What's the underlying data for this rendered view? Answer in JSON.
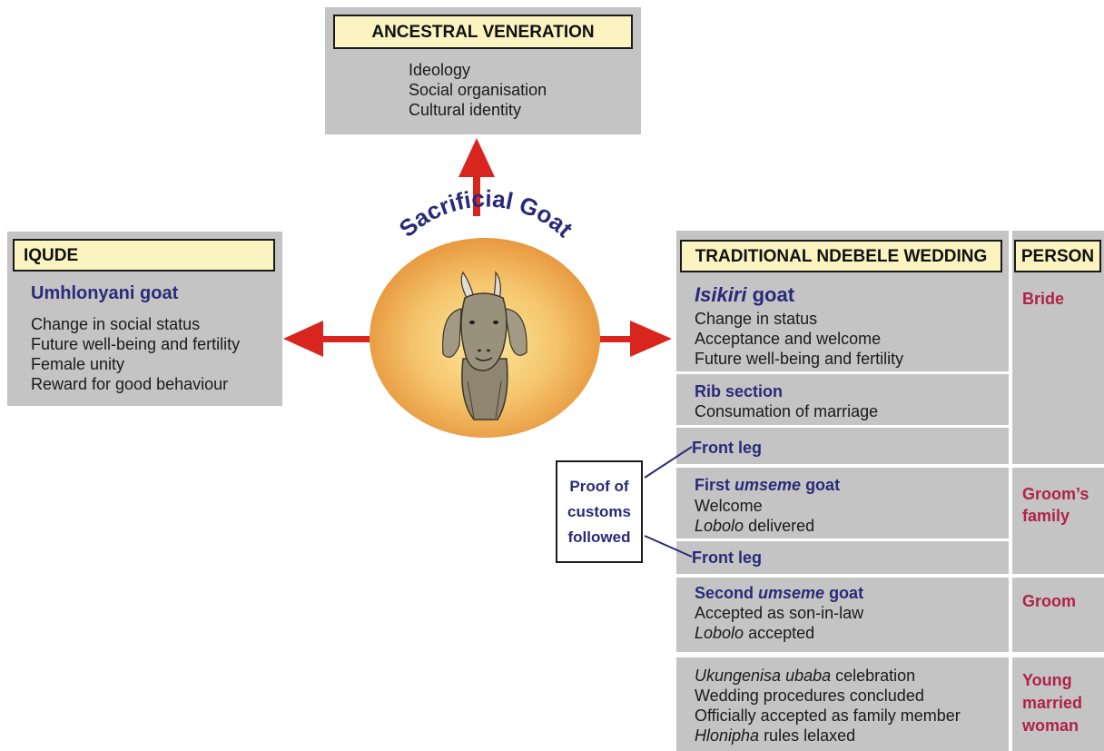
{
  "ancestral": {
    "header": "ANCESTRAL VENERATION",
    "items": [
      "Ideology",
      "Social organisation",
      "Cultural identity"
    ]
  },
  "iqude": {
    "header": "IQUDE",
    "goat": "Umhlonyani goat",
    "items": [
      "Change in social status",
      "Future well-being and fertility",
      "Female unity",
      "Reward for good behaviour"
    ]
  },
  "center": {
    "title": "Sacrificial Goat"
  },
  "wedding": {
    "header": "TRADITIONAL NDEBELE WEDDING",
    "person_header": "PERSON",
    "isikiri": {
      "goat_italic": "Isikiri",
      "goat_rest": " goat",
      "items": [
        "Change in status",
        "Acceptance and welcome",
        "Future well-being and fertility"
      ]
    },
    "rib": {
      "title": "Rib section",
      "items": [
        "Consumation of marriage"
      ]
    },
    "front_leg_1": "Front leg",
    "first_umseme": {
      "t1": "First ",
      "t2": "umseme",
      "t3": " goat",
      "welcome": "Welcome",
      "lobolo_italic": "Lobolo",
      "lobolo_rest": " delivered"
    },
    "front_leg_2": "Front leg",
    "second_umseme": {
      "t1": "Second ",
      "t2": "umseme",
      "t3": " goat",
      "accepted": "Accepted as son-in-law",
      "lobolo_italic": "Lobolo",
      "lobolo_rest": " accepted"
    },
    "final": {
      "uk_italic": "Ukungenisa ubaba",
      "uk_rest": " celebration",
      "line2": "Wedding procedures concluded",
      "line3": "Officially accepted as family member",
      "hl_italic": "Hlonipha",
      "hl_rest": " rules lelaxed"
    },
    "persons": {
      "bride": "Bride",
      "grooms_family_1": "Groom’s",
      "grooms_family_2": "family",
      "groom": "Groom",
      "ymw_1": "Young",
      "ymw_2": "married",
      "ymw_3": "woman"
    }
  },
  "proof": {
    "lines": [
      "Proof of",
      "customs",
      "followed"
    ]
  },
  "colors": {
    "panel_gray": "#c4c4c4",
    "header_fill": "#fbf3c0",
    "arrow_red": "#d8261f",
    "title_blue": "#2a2a7a",
    "person_red": "#b0224a"
  }
}
